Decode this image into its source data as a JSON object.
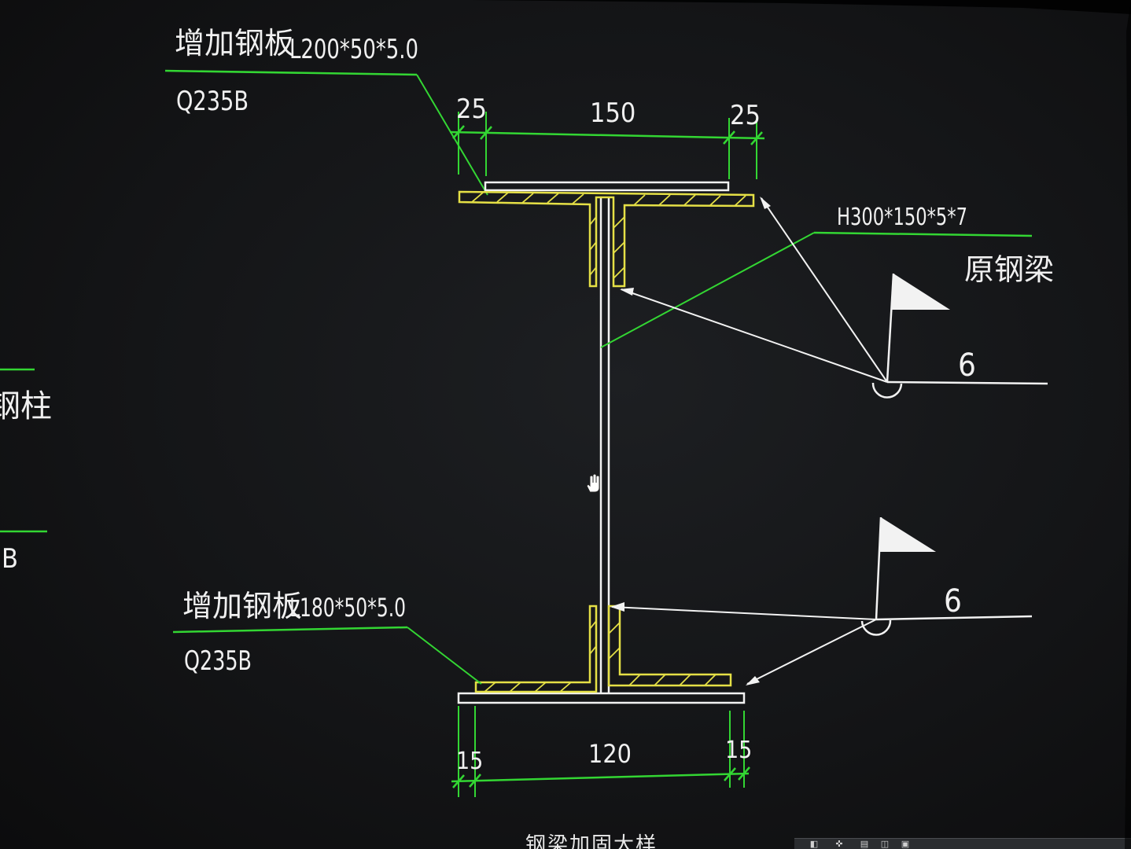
{
  "drawing": {
    "top_plate": {
      "label": "增加钢板",
      "spec": "L200*50*5.0",
      "grade": "Q235B"
    },
    "top_dimensions": [
      "25",
      "150",
      "25"
    ],
    "beam": {
      "spec": "H300*150*5*7",
      "name": "原钢梁"
    },
    "weld_top": {
      "size": "6"
    },
    "weld_bottom": {
      "size": "6"
    },
    "bottom_plate": {
      "label": "增加钢板",
      "spec": "L180*50*5.0",
      "grade": "Q235B"
    },
    "bottom_dimensions": [
      "15",
      "120",
      "15"
    ],
    "left_edge": {
      "column_fragment": "钢柱",
      "grade_fragment": "B"
    }
  },
  "caption": {
    "text": "钢梁加固大样"
  },
  "icons": [
    "hand-cursor-icon",
    "weld-flag-icon",
    "status-bar-icons"
  ],
  "colors": {
    "background": "#141517",
    "leader_green": "#33d633",
    "plate_yellow": "#e5e046",
    "line_white": "#f2f2f2"
  }
}
